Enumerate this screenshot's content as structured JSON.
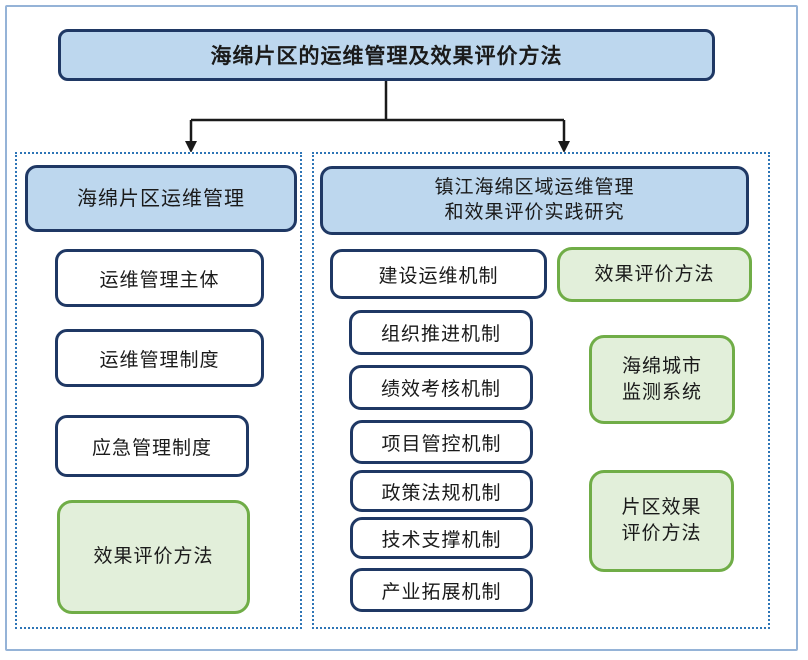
{
  "title": "海绵片区的运维管理及效果评价方法",
  "left_panel": {
    "header": "海绵片区运维管理",
    "items": [
      "运维管理主体",
      "运维管理制度",
      "应急管理制度"
    ],
    "highlight": "效果评价方法"
  },
  "right_panel": {
    "header_line1": "镇江海绵区域运维管理",
    "header_line2": "和效果评价实践研究",
    "mechanisms": [
      "建设运维机制",
      "组织推进机制",
      "绩效考核机制",
      "项目管控机制",
      "政策法规机制",
      "技术支撑机制",
      "产业拓展机制"
    ],
    "highlights": [
      {
        "line1": "效果评价方法",
        "line2": ""
      },
      {
        "line1": "海绵城市",
        "line2": "监测系统"
      },
      {
        "line1": "片区效果",
        "line2": "评价方法"
      }
    ]
  },
  "colors": {
    "blue_fill": "#BDD7EE",
    "navy_border": "#1F3864",
    "green_fill": "#E2EFDA",
    "green_border": "#70AD47",
    "dashed_border": "#2E75B6",
    "frame_border": "#95B3D7",
    "connector": "#1a1a1a"
  }
}
